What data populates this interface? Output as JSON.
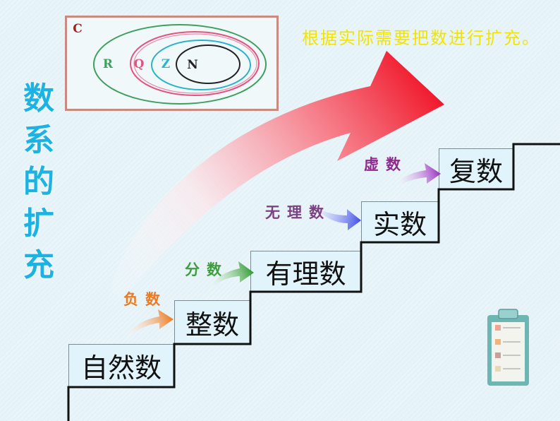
{
  "venn": {
    "universe_label": "C",
    "set_labels": [
      "R",
      "Q",
      "Z",
      "N"
    ]
  },
  "note": "根据实际需要把数进行扩充。",
  "title": "数系的扩充",
  "steps": [
    {
      "label": "自然数"
    },
    {
      "label": "整数"
    },
    {
      "label": "有理数"
    },
    {
      "label": "实数"
    },
    {
      "label": "复数"
    }
  ],
  "extensions": [
    {
      "label": "负数"
    },
    {
      "label": "分数"
    },
    {
      "label": "无理数"
    },
    {
      "label": "虚数"
    }
  ],
  "colors": {
    "background": "#e5f3f8",
    "title": "#1cb3e3",
    "note": "#f2e400",
    "venn_border": "#c98a82",
    "set_c": "#9b2626",
    "set_r": "#3f9f5f",
    "set_q": "#e0557f",
    "set_z": "#2cb2c8",
    "set_n": "#222222",
    "negative": "#eb7a22",
    "fraction": "#3f9d3f",
    "irrational": "#7c4182",
    "imaginary": "#8e2a8e",
    "main_arrow": "#f01a2c"
  },
  "icons": {
    "growth_arrow": "curved-arrow-icon",
    "clipboard": "clipboard-icon"
  }
}
